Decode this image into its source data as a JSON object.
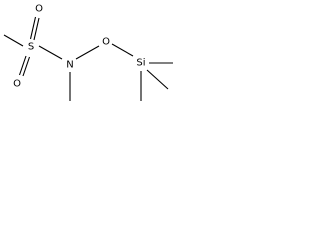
{
  "molecule": {
    "atoms": {
      "sulfur": "S",
      "oxygen_top": "O",
      "oxygen_bottom": "O",
      "nitrogen": "N",
      "oxygen_link": "O",
      "silicon": "Si"
    }
  },
  "colors": {
    "bond": "#000000",
    "label": "#000000",
    "background": "#ffffff"
  }
}
